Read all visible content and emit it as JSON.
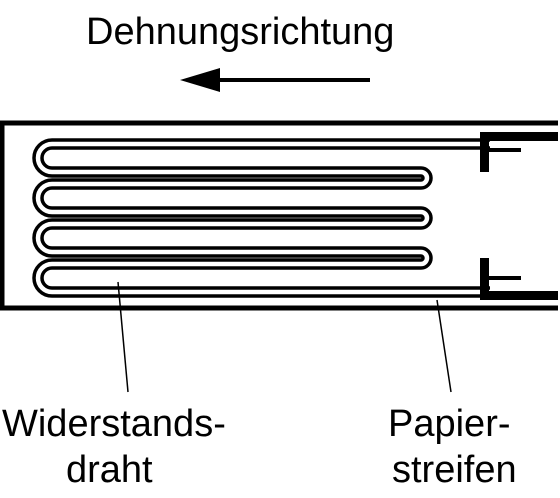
{
  "title": "Dehnungsrichtung",
  "labels": {
    "wire_line1": "Widerstands-",
    "wire_line2": "draht",
    "paper_line1": "Papier-",
    "paper_line2": "streifen"
  },
  "colors": {
    "ink": "#000000",
    "background": "#ffffff"
  }
}
